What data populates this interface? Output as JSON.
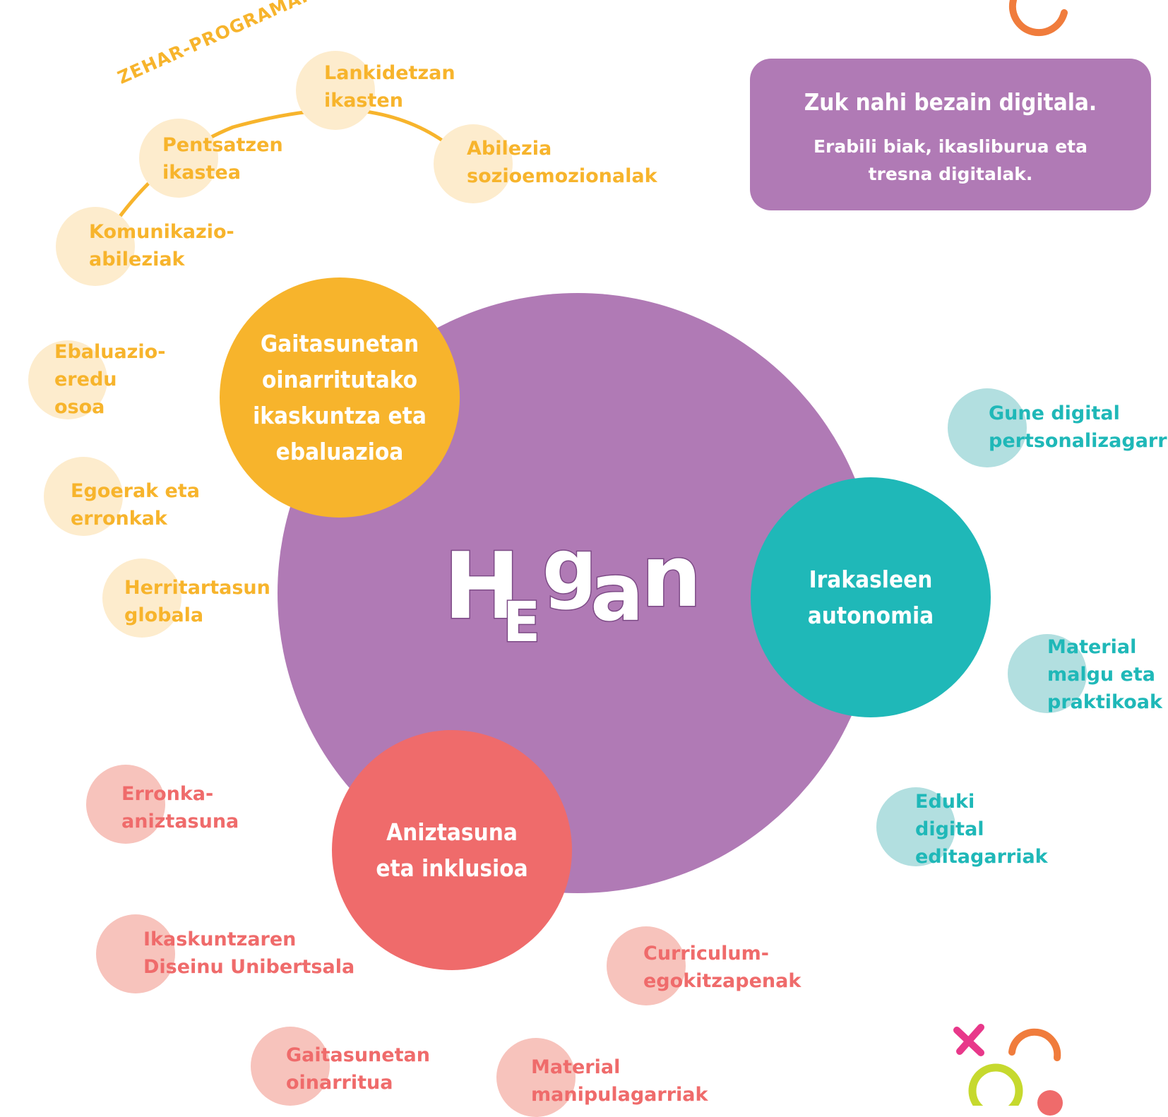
{
  "colors": {
    "purple": "#b07ab5",
    "yellow": "#f7b42c",
    "teal": "#1fb8b8",
    "coral": "#ef6b6b",
    "orange_ring": "#f07c3c",
    "pink_x": "#e8388a",
    "lime_ring": "#c6d92e"
  },
  "center": {
    "logo": "HEgan"
  },
  "arc_title": "ZEHAR-PROGRAMAK",
  "transversal": [
    {
      "line1": "Lankidetzan",
      "line2": "ikasten"
    },
    {
      "line1": "Pentsatzen",
      "line2": "ikastea"
    },
    {
      "line1": "Abilezia",
      "line2": "sozioemozionalak"
    },
    {
      "line1": "Komunikazio-",
      "line2": "abileziak"
    }
  ],
  "hubs": {
    "competency": {
      "line1": "Gaitasunetan",
      "line2": "oinarritutako",
      "line3": "ikaskuntza eta",
      "line4": "ebaluazioa"
    },
    "autonomy": {
      "line1": "Irakasleen",
      "line2": "autonomia"
    },
    "diversity": {
      "line1": "Aniztasuna",
      "line2": "eta inklusioa"
    }
  },
  "competency_items": [
    {
      "line1": "Ebaluazio-",
      "line2": "eredu",
      "line3": "osoa"
    },
    {
      "line1": "Egoerak eta",
      "line2": "erronkak"
    },
    {
      "line1": "Herritartasun",
      "line2": "globala"
    }
  ],
  "autonomy_items": [
    {
      "line1": "Gune digital",
      "line2": "pertsonalizagarr"
    },
    {
      "line1": "Material",
      "line2": "malgu eta",
      "line3": "praktikoak"
    },
    {
      "line1": "Eduki",
      "line2": "digital",
      "line3": "editagarriak"
    }
  ],
  "diversity_items": [
    {
      "line1": "Erronka-",
      "line2": "aniztasuna"
    },
    {
      "line1": "Ikaskuntzaren",
      "line2": "Diseinu Unibertsala"
    },
    {
      "line1": "Curriculum-",
      "line2": "egokitzapenak"
    },
    {
      "line1": "Gaitasunetan",
      "line2": "oinarritua"
    },
    {
      "line1": "Material",
      "line2": "manipulagarriak"
    }
  ],
  "promo": {
    "title": "Zuk nahi bezain digitala.",
    "subtitle_line1": "Erabili biak, ikasliburua eta",
    "subtitle_line2": "tresna digitalak."
  },
  "decorations": [
    "orange-ring-icon",
    "pink-x-icon",
    "lime-ring-icon",
    "coral-dot-icon"
  ]
}
